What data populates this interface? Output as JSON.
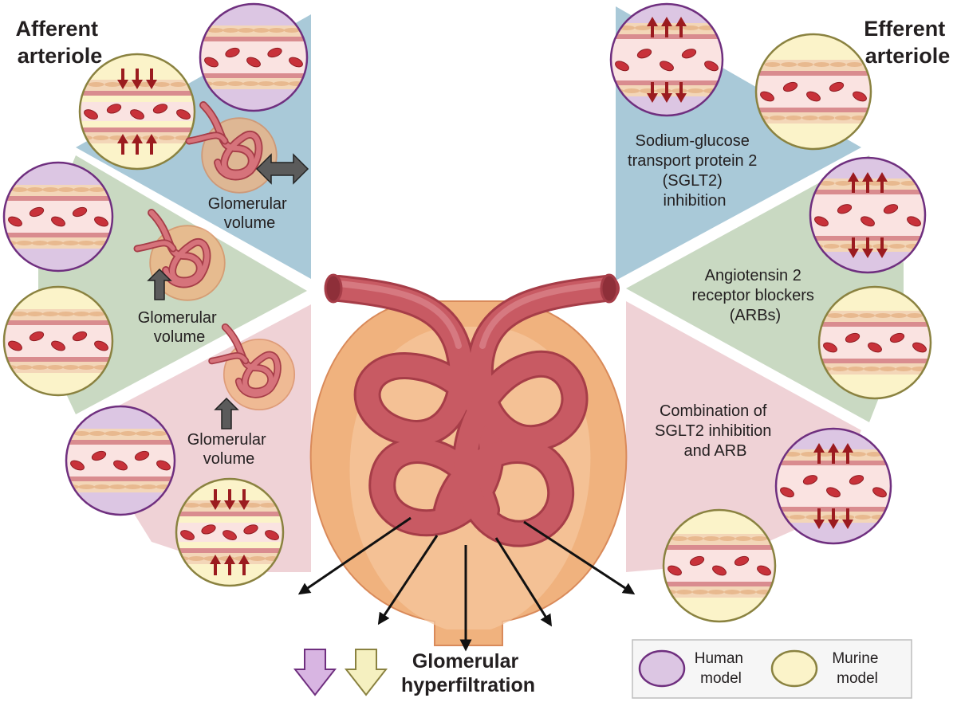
{
  "headings": {
    "afferent": [
      "Afferent",
      "arteriole"
    ],
    "efferent": [
      "Efferent",
      "arteriole"
    ]
  },
  "labels": {
    "glomerular_volume": [
      "Glomerular",
      "volume"
    ],
    "sglt2": [
      "Sodium-glucose",
      "transport protein 2",
      "(SGLT2)",
      "inhibition"
    ],
    "arbs": [
      "Angiotensin 2",
      "receptor blockers",
      "(ARBs)"
    ],
    "combination": [
      "Combination of",
      "SGLT2 inhibition",
      "and ARB"
    ],
    "hyperfiltration": [
      "Glomerular",
      "hyperfiltration"
    ]
  },
  "legend": {
    "human": [
      "Human",
      "model"
    ],
    "murine": [
      "Murine",
      "model"
    ]
  },
  "colors": {
    "sglt2_sector": "#a9c9d8",
    "arb_sector": "#c9d9c2",
    "combo_sector": "#efd2d6",
    "human_model": "#dcc6e3",
    "murine_model": "#fbf3c9",
    "vessel": "#c85a63",
    "capsule": "#f0b27e",
    "arrow_constrict": "#9b1b1f",
    "down_arrow_human": "#d8b5e2",
    "down_arrow_murine": "#f5f0c0"
  },
  "icons": [
    "constriction-arrows-icon",
    "dilation-arrows-icon",
    "volume-up-arrow-icon",
    "volume-double-arrow-icon",
    "decrease-arrow-icon"
  ]
}
